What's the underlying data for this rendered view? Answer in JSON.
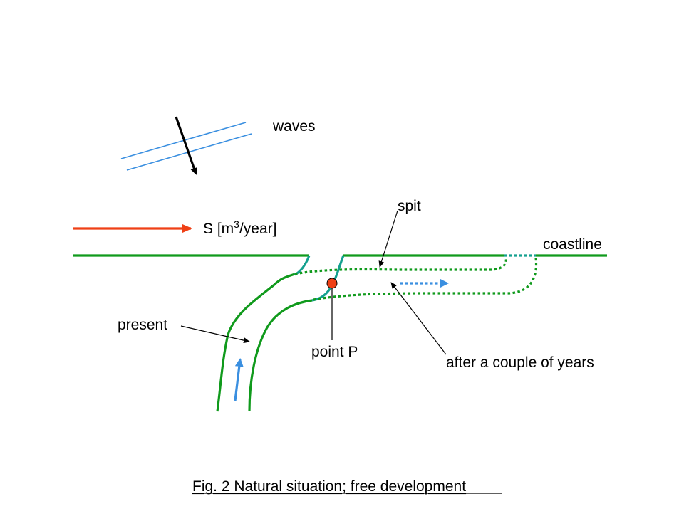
{
  "labels": {
    "waves": "waves",
    "transport_prefix": "S [m",
    "transport_exponent": "3",
    "transport_suffix": "/year]",
    "spit": "spit",
    "coastline": "coastline",
    "present": "present",
    "point_p": "point P",
    "after_years": "after a couple of years"
  },
  "caption": "Fig. 2 Natural situation; free development",
  "colors": {
    "background": "#ffffff",
    "coastline_green": "#109a1c",
    "teal_channel": "#14a08f",
    "wave_blue": "#3a8fe0",
    "transport_red": "#ef4016",
    "point_fill": "#ef4016",
    "ink": "#000000"
  }
}
